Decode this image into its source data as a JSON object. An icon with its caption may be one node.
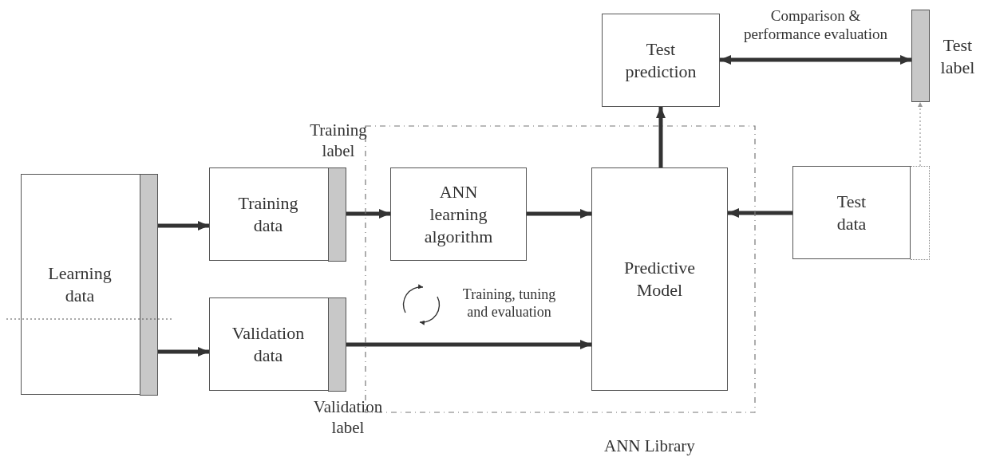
{
  "diagram": {
    "nodes": [
      {
        "text": [
          "Learning data"
        ]
      },
      {
        "text": [
          "Training data"
        ]
      },
      {
        "text": [
          "Validation data"
        ]
      },
      {
        "text": [
          "ANN Library"
        ]
      },
      {
        "text": [
          "ANN learning algorithm"
        ],
        "in": 3
      },
      {
        "text": [
          "Predictive Model"
        ],
        "in": 3
      },
      {
        "text": [
          "Test prediction"
        ]
      },
      {
        "text": [
          "Test label"
        ]
      },
      {
        "text": [
          "Test data"
        ]
      }
    ],
    "edges": [
      {
        "from": 0,
        "to": 1,
        "arrow": "to"
      },
      {
        "from": 0,
        "to": 2,
        "arrow": "to"
      },
      {
        "from": 1,
        "to": 4,
        "arrow": "to"
      },
      {
        "from": 4,
        "to": 5,
        "arrow": "to"
      },
      {
        "from": 2,
        "to": 5,
        "arrow": "to"
      },
      {
        "from": 8,
        "to": 5,
        "arrow": "to"
      },
      {
        "from": 5,
        "to": 6,
        "arrow": "to"
      },
      {
        "from": 6,
        "to": 7,
        "arrow": "both",
        "label": "Comparison & performance evaluation"
      },
      {
        "from": 8,
        "to": 7,
        "arrow": "to",
        "style": "dashed",
        "color": "#999999"
      }
    ],
    "labels": [
      "Training label",
      "Validation label",
      "Training, tuning and evaluation"
    ]
  }
}
